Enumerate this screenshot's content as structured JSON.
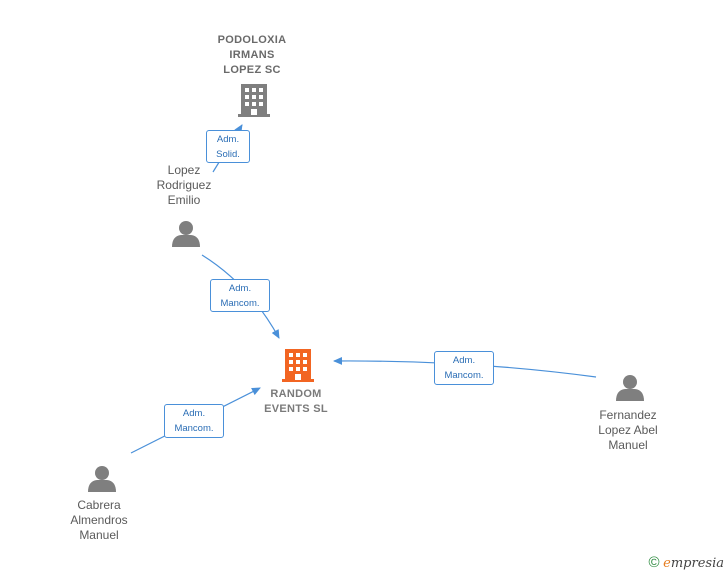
{
  "nodes": {
    "podoloxia": {
      "lines": [
        "PODOLOXIA",
        "IRMANS",
        "LOPEZ SC"
      ]
    },
    "random_events": {
      "lines": [
        "RANDOM",
        "EVENTS  SL"
      ]
    },
    "lopez": {
      "lines": [
        "Lopez",
        "Rodriguez",
        "Emilio"
      ]
    },
    "fernandez": {
      "lines": [
        "Fernandez",
        "Lopez Abel",
        "Manuel"
      ]
    },
    "cabrera": {
      "lines": [
        "Cabrera",
        "Almendros",
        "Manuel"
      ]
    }
  },
  "edges": {
    "lopez_podoloxia": [
      "Adm.",
      "Solid."
    ],
    "lopez_random": [
      "Adm.",
      "Mancom."
    ],
    "fernandez_random": [
      "Adm.",
      "Mancom."
    ],
    "cabrera_random": [
      "Adm.",
      "Mancom."
    ]
  },
  "footer": {
    "copyright": "©",
    "brand_initial": "e",
    "brand_rest": "mpresia"
  },
  "colors": {
    "edge": "#4a90d9",
    "person": "#7f7f7f",
    "company": "#7f7f7f",
    "main_company": "#f26522"
  }
}
